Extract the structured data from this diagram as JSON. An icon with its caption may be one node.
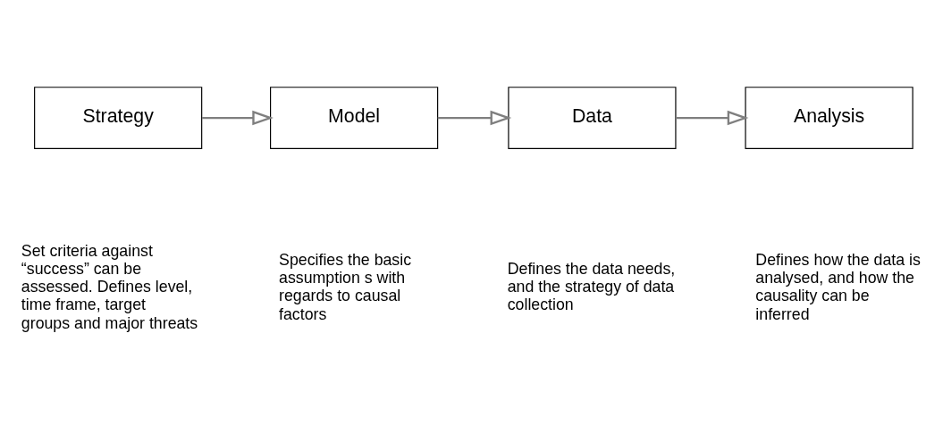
{
  "diagram": {
    "nodes": [
      {
        "text": [
          "Strategy"
        ]
      },
      {
        "text": [
          "Model"
        ]
      },
      {
        "text": [
          "Data"
        ]
      },
      {
        "text": [
          "Analysis"
        ]
      }
    ],
    "edges": [
      {
        "from": 0,
        "to": 1,
        "arrow": "to"
      },
      {
        "from": 1,
        "to": 2,
        "arrow": "to"
      },
      {
        "from": 2,
        "to": 3,
        "arrow": "to"
      }
    ],
    "labels": [
      "Set criteria against “success” can be assessed. Defines level, time frame, target groups and major threats",
      "Specifies the basic assumption s with regards to causal factors",
      "Defines the data needs, and the strategy of data collection",
      "Defines how the data is analysed, and how the causality can be inferred"
    ]
  }
}
